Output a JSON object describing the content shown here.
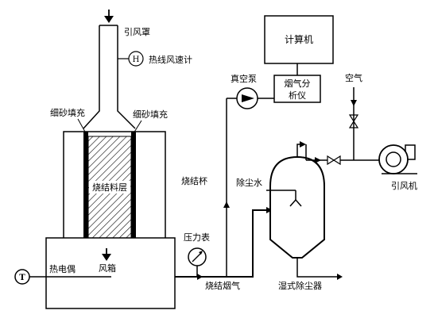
{
  "labels": {
    "hood": "引风罩",
    "anemometer": "热线风速计",
    "fill_left": "细砂填充",
    "fill_right": "细砂填充",
    "bed": "烧结料层",
    "cup": "烧结杯",
    "thermocouple": "热电偶",
    "windbox": "风箱",
    "pressure_gauge": "压力表",
    "flue_gas": "烧结烟气",
    "vacuum_pump": "真空泵",
    "computer": "计算机",
    "analyzer_line1": "烟气分",
    "analyzer_line2": "析仪",
    "dust_water": "除尘水",
    "wet_collector": "湿式除尘器",
    "air": "空气",
    "fan": "引风机"
  },
  "symbols": {
    "anemometer": "H",
    "thermocouple": "T"
  }
}
